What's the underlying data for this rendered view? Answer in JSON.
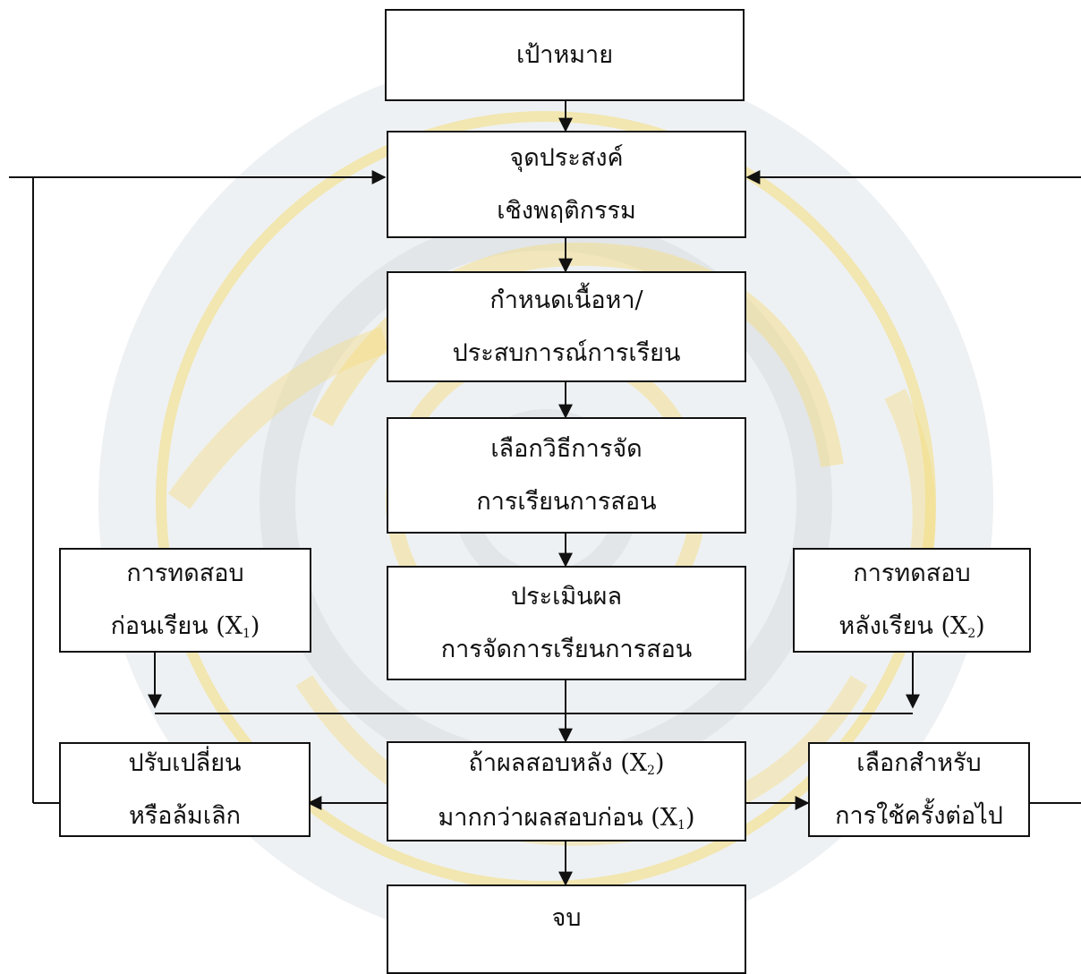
{
  "colors": {
    "stroke": "#111111",
    "watermark": "#f3c313",
    "watermark_bg": "#e8ecef"
  },
  "boxes": {
    "goal": {
      "line1": "เป้าหมาย"
    },
    "objective": {
      "line1": "จุดประสงค์",
      "line2": "เชิงพฤติกรรม"
    },
    "content": {
      "line1": "กำหนดเนื้อหา/",
      "line2": "ประสบการณ์การเรียน"
    },
    "method": {
      "line1": "เลือกวิธีการจัด",
      "line2": "การเรียนการสอน"
    },
    "evaluate": {
      "line1": "ประเมินผล",
      "line2": "การจัดการเรียนการสอน"
    },
    "pretest": {
      "line1": "การทดสอบ",
      "line2_text": "ก่อนเรียน (X",
      "line2_sub": "1",
      "line2_end": ")"
    },
    "posttest": {
      "line1": "การทดสอบ",
      "line2_text": "หลังเรียน (X",
      "line2_sub": "2",
      "line2_end": ")"
    },
    "condition": {
      "line1_text": "ถ้าผลสอบหลัง (X",
      "line1_sub": "2",
      "line1_end": ")",
      "line2_text": "มากกว่าผลสอบก่อน (X",
      "line2_sub": "1",
      "line2_end": ")"
    },
    "revise": {
      "line1": "ปรับเปลี่ยน",
      "line2": "หรือล้มเลิก"
    },
    "select": {
      "line1": "เลือกสำหรับ",
      "line2": "การใช้ครั้งต่อไป"
    },
    "end": {
      "line1": "จบ"
    }
  }
}
